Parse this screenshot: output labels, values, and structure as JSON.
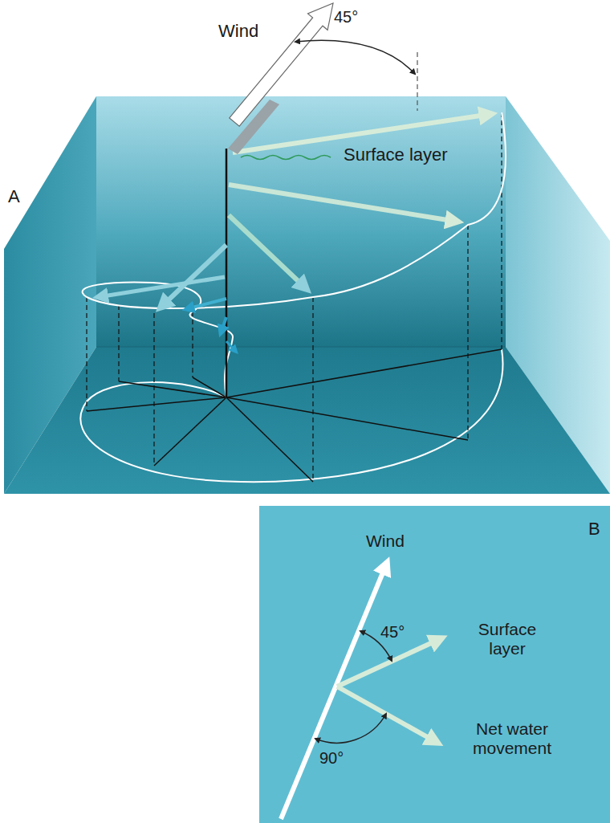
{
  "diagram": {
    "labels": [
      "A",
      "Wind",
      "45°",
      "Surface layer",
      "B",
      "Wind",
      "45°",
      "Surface layer",
      "Net water movement",
      "90°"
    ]
  }
}
